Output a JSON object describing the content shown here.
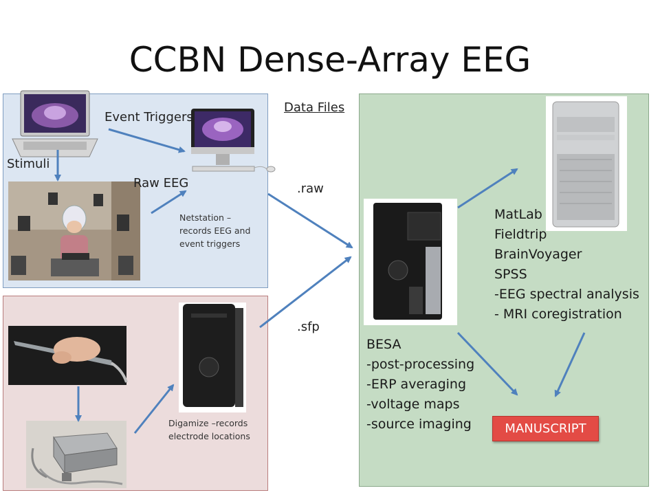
{
  "title": "CCBN Dense-Array EEG",
  "labels": {
    "event_triggers": "Event Triggers",
    "stimuli": "Stimuli",
    "raw_eeg": "Raw EEG",
    "netstation": "Netstation – records EEG and event triggers",
    "digamize": "Digamize –records electrode locations",
    "data_files": "Data Files",
    "raw": ".raw",
    "sfp": ".sfp"
  },
  "matlab_list": [
    "MatLab",
    "Fieldtrip",
    "BrainVoyager",
    "SPSS",
    "-EEG spectral analysis",
    "- MRI coregistration"
  ],
  "besa_list": [
    "BESA",
    "-post-processing",
    "-ERP averaging",
    "-voltage maps",
    "-source imaging"
  ],
  "manuscript": "MANUSCRIPT",
  "colors": {
    "arrow": "#4f81bd",
    "manuscript": "#e34b45",
    "blue_panel": "#dce6f2",
    "pink_panel": "#ecdcdc",
    "green_panel": "#c5dcc4"
  }
}
